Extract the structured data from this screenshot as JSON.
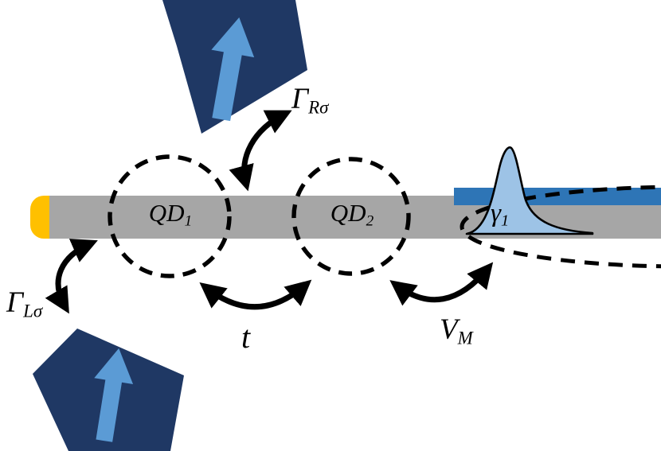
{
  "figure": {
    "background": "#ffffff"
  },
  "colors": {
    "lead_navy": "#1F3864",
    "spin_arrow_blue": "#5B9BD5",
    "wire_gray": "#A6A6A6",
    "cap_orange": "#FFC000",
    "sc_bar_blue": "#2E75B6",
    "peak_fill_blue": "#9DC3E6",
    "line_black": "#000000"
  },
  "labels": {
    "qd1": {
      "main": "QD",
      "sub": "1"
    },
    "qd2": {
      "main": "QD",
      "sub": "2"
    },
    "gamma_R": {
      "main": "Γ",
      "sub": "Rσ"
    },
    "gamma_L": {
      "main": "Γ",
      "sub": "Lσ"
    },
    "t": {
      "main": "t",
      "sub": ""
    },
    "V_M": {
      "main": "V",
      "sub": "M"
    },
    "gamma_1": {
      "main": "γ",
      "sub": "1"
    }
  }
}
